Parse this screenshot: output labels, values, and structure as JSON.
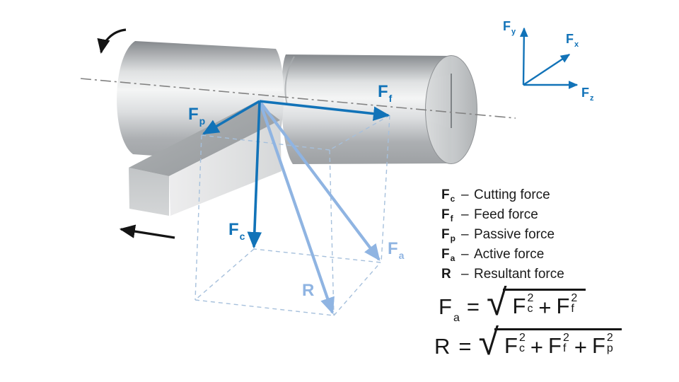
{
  "labels": {
    "fp": {
      "main": "F",
      "sub": "p"
    },
    "ff": {
      "main": "F",
      "sub": "f"
    },
    "fc": {
      "main": "F",
      "sub": "c"
    },
    "fa": {
      "main": "F",
      "sub": "a"
    },
    "r": {
      "main": "R",
      "sub": ""
    }
  },
  "axes": {
    "fy": {
      "main": "F",
      "sub": "y"
    },
    "fx": {
      "main": "F",
      "sub": "x"
    },
    "fz": {
      "main": "F",
      "sub": "z"
    }
  },
  "legend": {
    "items": [
      {
        "sym": "F",
        "sub": "c",
        "dash": "–",
        "label": "Cutting force"
      },
      {
        "sym": "F",
        "sub": "f",
        "dash": "–",
        "label": "Feed force"
      },
      {
        "sym": "F",
        "sub": "p",
        "dash": "–",
        "label": "Passive force"
      },
      {
        "sym": "F",
        "sub": "a",
        "dash": "–",
        "label": "Active force"
      },
      {
        "sym": "R",
        "sub": "",
        "dash": "–",
        "label": "Resultant force"
      }
    ]
  },
  "formulas": {
    "fa": {
      "lhs": "F",
      "lhs_sub": "a",
      "eq": "=",
      "sqrt": "√",
      "t1": "F",
      "t1_sup": "2",
      "t1_sub": "c",
      "plus1": "+",
      "t2": "F",
      "t2_sup": "2",
      "t2_sub": "f"
    },
    "r": {
      "lhs": "R",
      "lhs_sub": "",
      "eq": "=",
      "sqrt": "√",
      "t1": "F",
      "t1_sup": "2",
      "t1_sub": "c",
      "plus1": "+",
      "t2": "F",
      "t2_sup": "2",
      "t2_sub": "f",
      "plus2": "+",
      "t3": "F",
      "t3_sup": "2",
      "t3_sub": "p"
    }
  },
  "colors": {
    "force_primary": "#1273b8",
    "force_secondary": "#8fb4e2",
    "text": "#1a1a1a",
    "centerline": "#828282"
  }
}
